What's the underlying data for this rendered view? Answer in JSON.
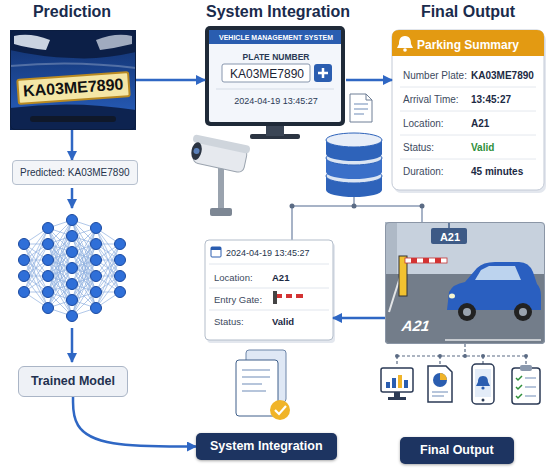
{
  "diagram": {
    "nodes": [
      {
        "text": [
          "KA03ME7890"
        ]
      },
      {
        "text": [
          "VEHICLE MANAGEMENT SYSTEM",
          "PLATE NUMBER",
          "KA03ME7890",
          "2024-04-19 13:45:27"
        ]
      },
      {
        "text": [
          "Parking Summary",
          "Number Plate:",
          "KA03ME7890",
          "Arrival Time:",
          "13:45:27",
          "Location:",
          "A21",
          "Status:",
          "Valid",
          "Duration:",
          "45 minutes"
        ]
      },
      {
        "text": [
          "Predicted: KA03ME7890"
        ]
      },
      {
        "text": [
          "2024-04-19 13:45:27",
          "Location:",
          "A21",
          "Entry Gate:",
          "Status:",
          "Valid"
        ]
      },
      {
        "text": [
          "A21",
          "A21"
        ]
      },
      {
        "text": [
          "Trained Model"
        ]
      },
      {
        "text": [
          "System Integration"
        ]
      },
      {
        "text": [
          "Final Output"
        ]
      }
    ],
    "edges": [
      {
        "from": 0,
        "to": 1,
        "arrow": "to"
      },
      {
        "from": 0,
        "to": 3,
        "arrow": "to"
      },
      {
        "from": 1,
        "to": 2,
        "arrow": "to"
      },
      {
        "from": 6,
        "to": 7,
        "arrow": "to"
      },
      {
        "from": 5,
        "to": 4,
        "arrow": "to"
      }
    ],
    "labels": [
      "Prediction",
      "System Integration",
      "Final Output"
    ]
  }
}
